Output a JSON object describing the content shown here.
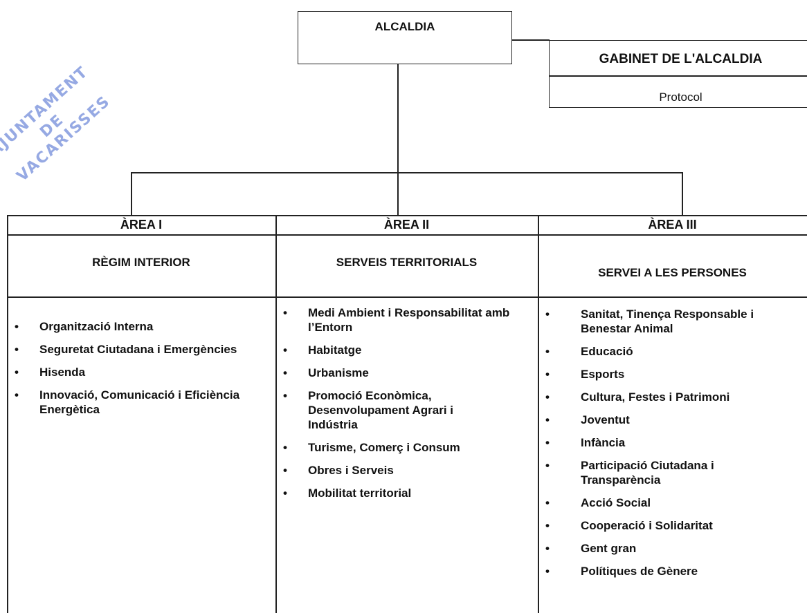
{
  "stamp": {
    "line1": "AJUNTAMENT",
    "line2": "DE VACARISSES",
    "color": "#6a86d8"
  },
  "top": {
    "alcaldia": "ALCALDIA",
    "gabinet": "GABINET DE L'ALCALDIA",
    "protocol": "Protocol"
  },
  "areas": [
    {
      "heading": "ÀREA I",
      "subtitle": "RÈGIM INTERIOR",
      "items": [
        "Organització Interna",
        "Seguretat Ciutadana i Emergències",
        "Hisenda",
        "Innovació, Comunicació i Eficiència Energètica"
      ]
    },
    {
      "heading": "ÀREA II",
      "subtitle": "SERVEIS TERRITORIALS",
      "items": [
        "Medi Ambient i Responsabilitat amb l’Entorn",
        "Habitatge",
        "Urbanisme",
        "Promoció Econòmica, Desenvolupament Agrari  i Indústria",
        "Turisme, Comerç i Consum",
        "Obres i Serveis",
        "Mobilitat territorial"
      ]
    },
    {
      "heading": "ÀREA III",
      "subtitle": "SERVEI A LES PERSONES",
      "items": [
        "Sanitat, Tinença Responsable i Benestar Animal",
        "Educació",
        "Esports",
        "Cultura, Festes i Patrimoni",
        "Joventut",
        " Infància",
        "Participació Ciutadana i Transparència",
        "Acció Social",
        "Cooperació i Solidaritat",
        "Gent gran",
        "Polítiques de Gènere"
      ]
    }
  ],
  "bullet": "•"
}
